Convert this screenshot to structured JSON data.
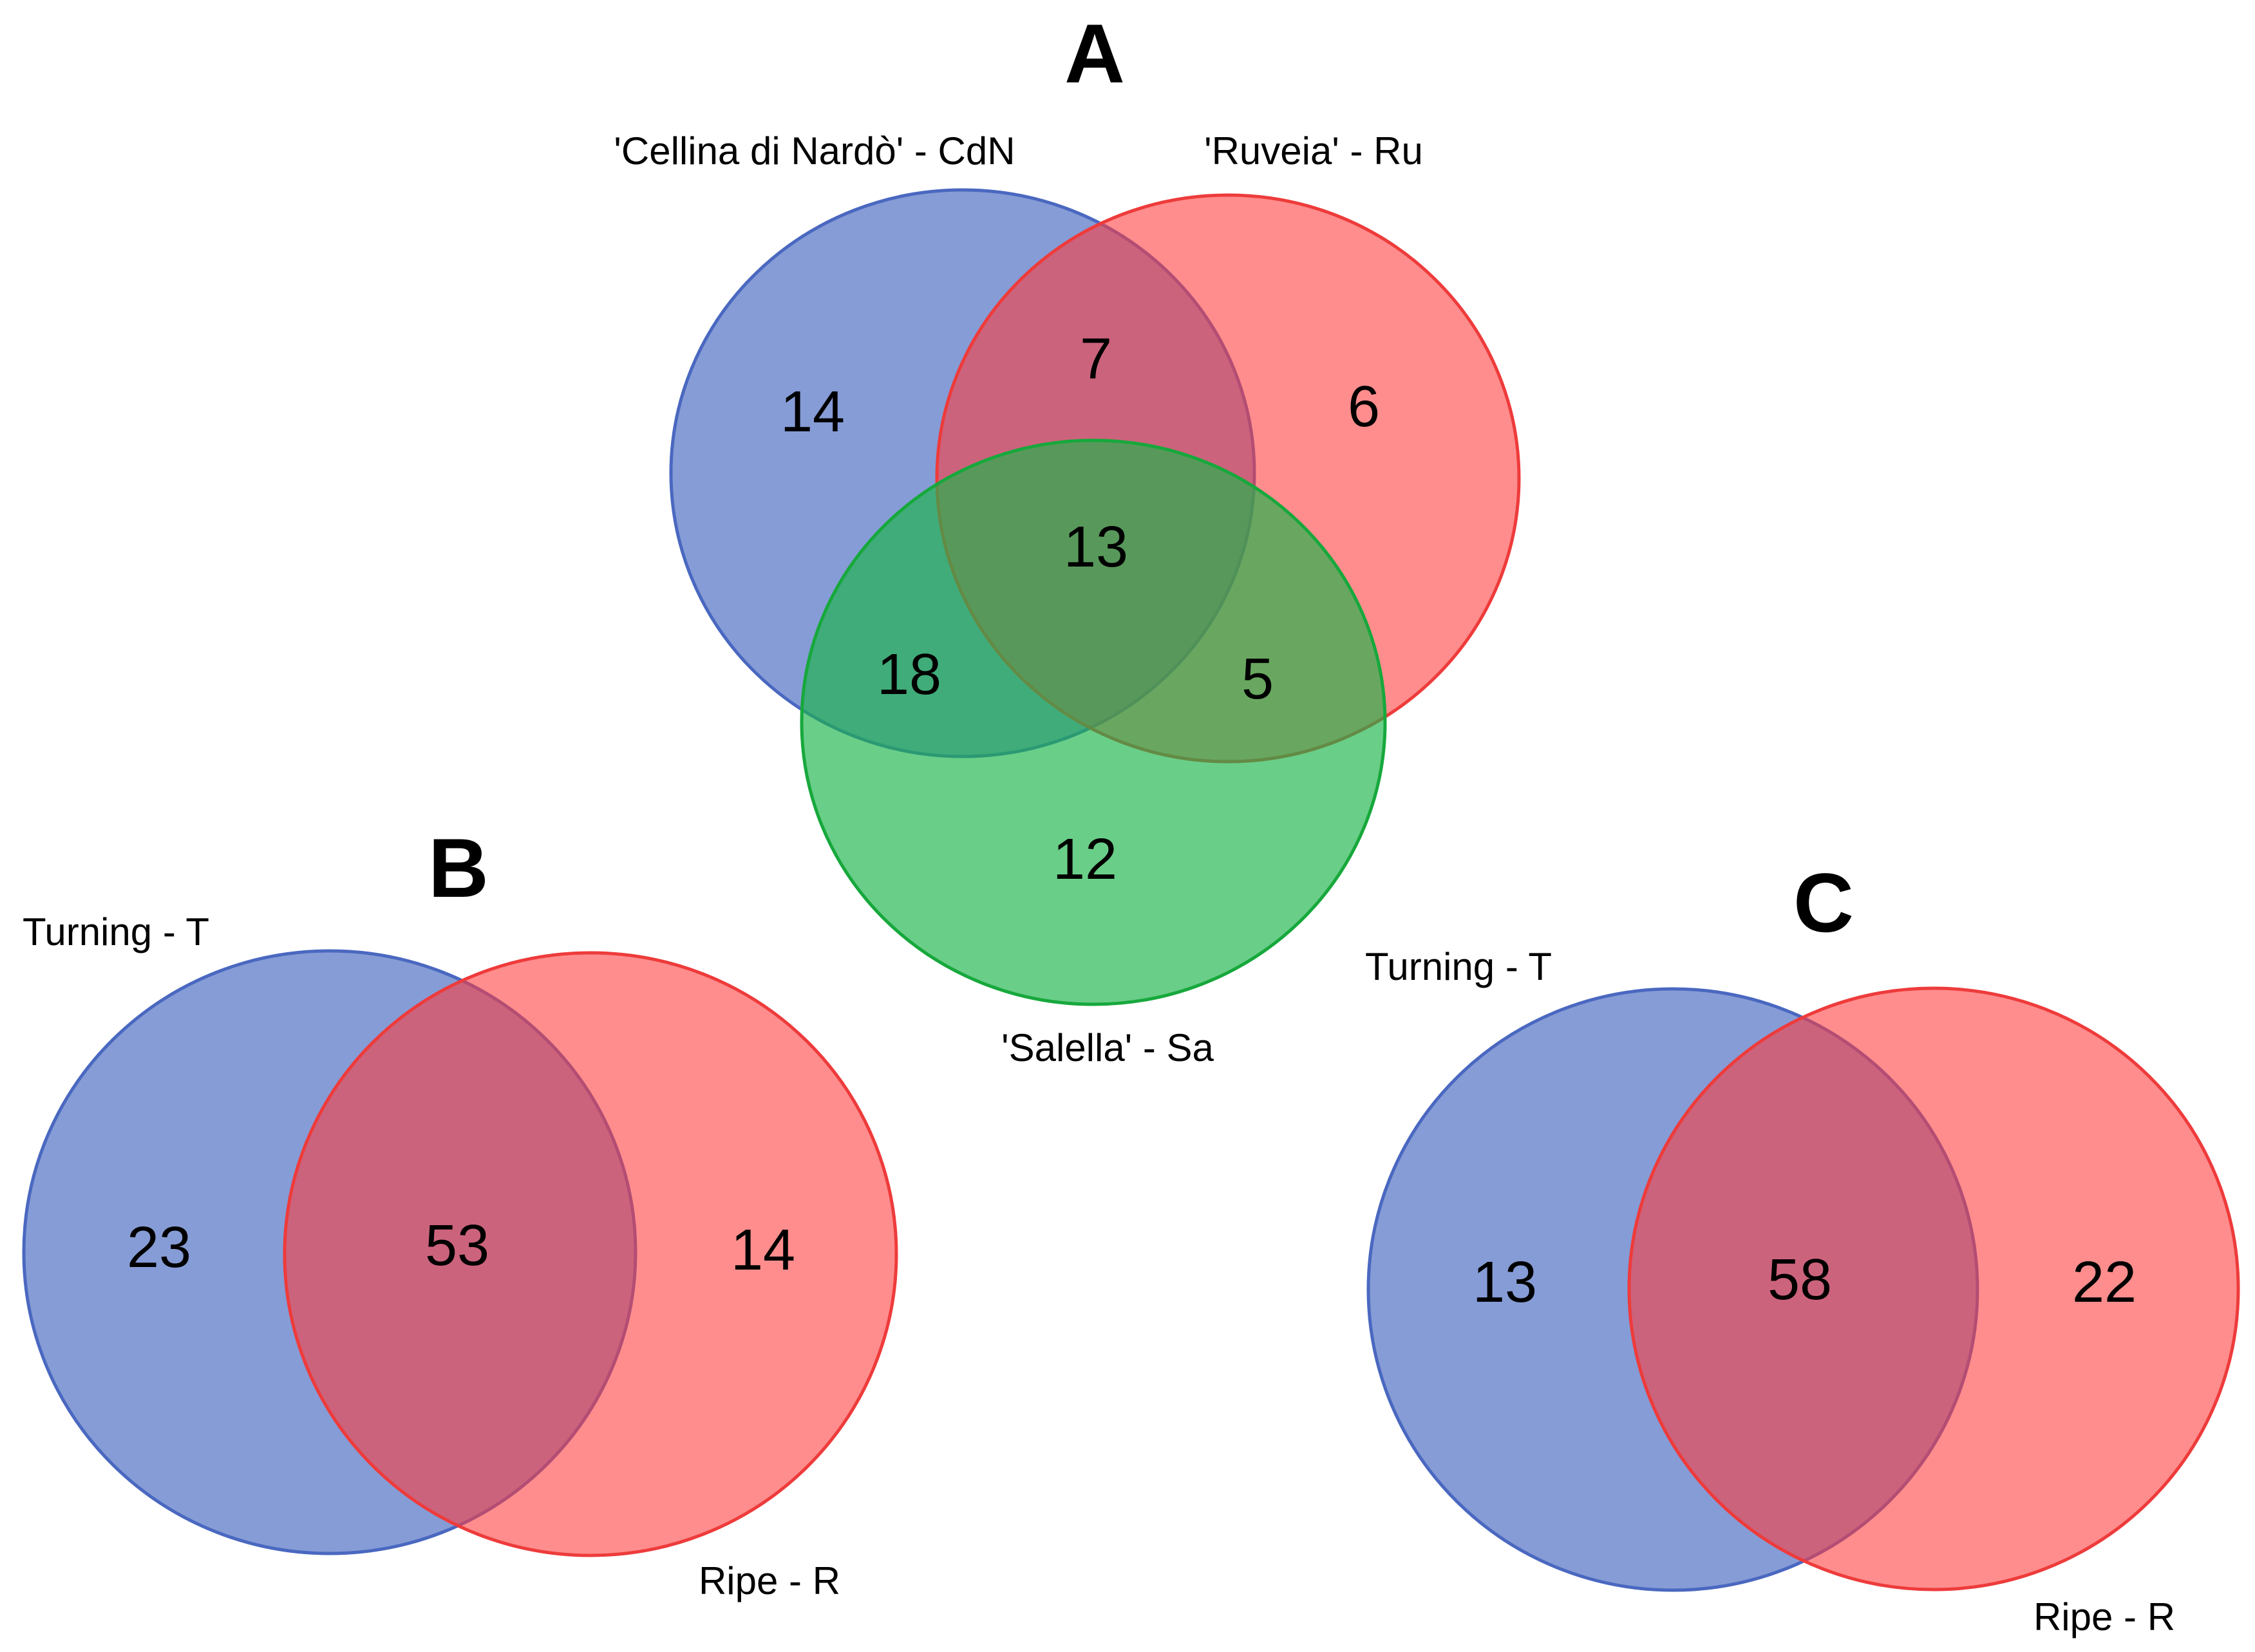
{
  "colors": {
    "blue_fill": "#3C5FBD",
    "blue_stroke": "#4A68C0",
    "red_fill": "#FF3B3B",
    "red_stroke": "#EE3B3B",
    "green_fill": "#1BB54A",
    "green_stroke": "#17A83C",
    "text": "#000000"
  },
  "panels": {
    "A": {
      "letter": "A",
      "sets": {
        "cdn": "'Cellina di Nardò' - CdN",
        "ru": "'Ruveia' - Ru",
        "sa": "'Salella' - Sa"
      },
      "counts": {
        "cdn_only": "14",
        "ru_only": "6",
        "sa_only": "12",
        "cdn_ru": "7",
        "cdn_sa": "18",
        "ru_sa": "5",
        "all": "13"
      }
    },
    "B": {
      "letter": "B",
      "sets": {
        "left": "Turning - T",
        "right": "Ripe - R"
      },
      "counts": {
        "left_only": "23",
        "both": "53",
        "right_only": "14"
      }
    },
    "C": {
      "letter": "C",
      "sets": {
        "left": "Turning - T",
        "right": "Ripe - R"
      },
      "counts": {
        "left_only": "13",
        "both": "58",
        "right_only": "22"
      }
    }
  }
}
